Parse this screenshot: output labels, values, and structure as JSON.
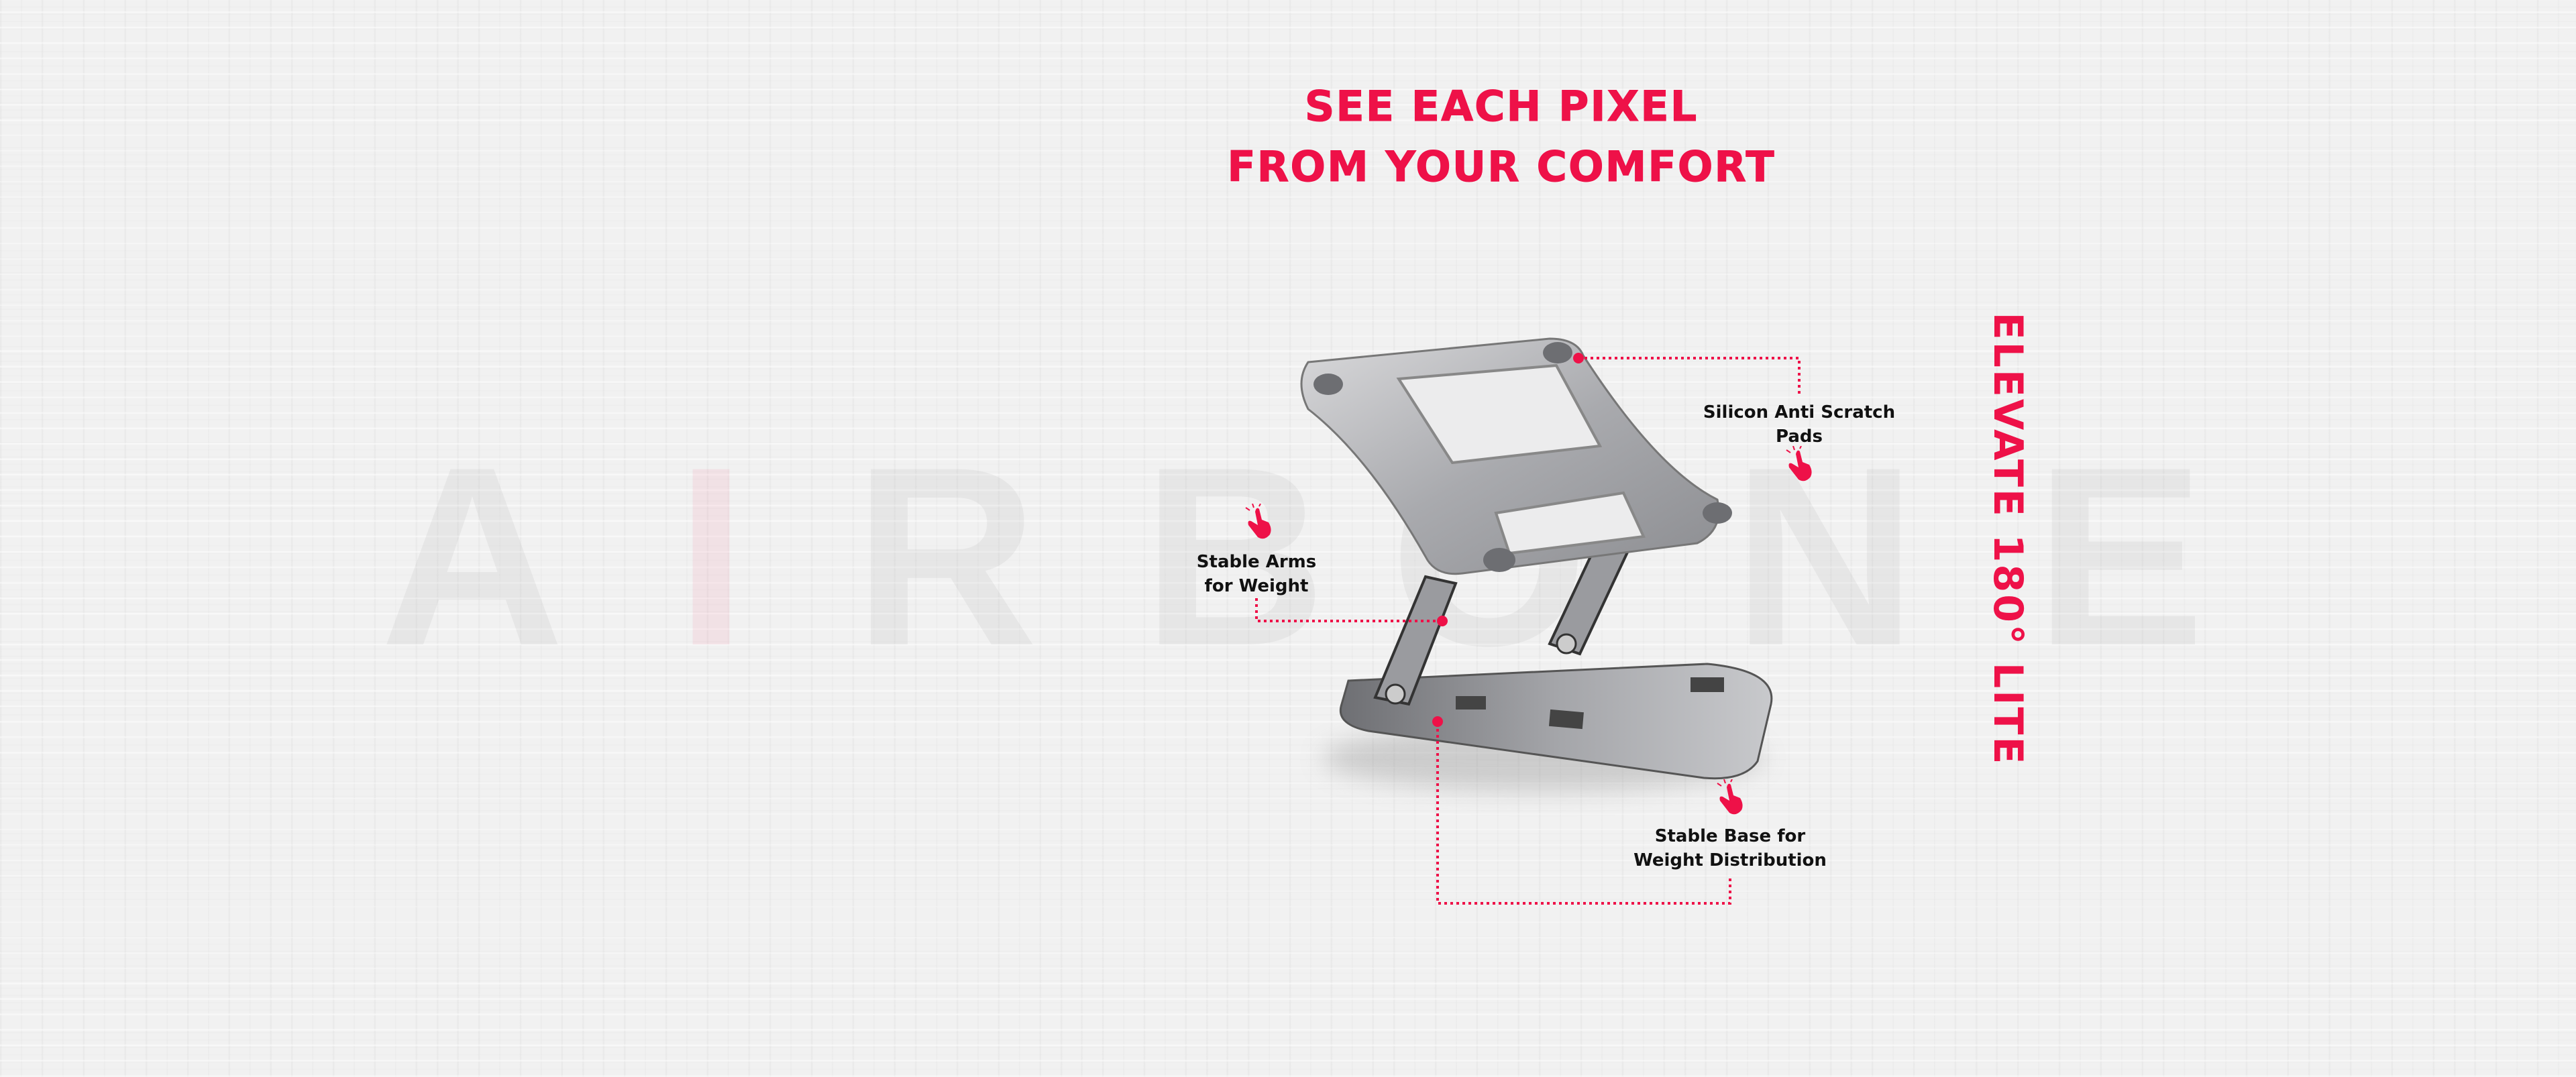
{
  "headline": {
    "line1": "SEE EACH PIXEL",
    "line2": "FROM YOUR COMFORT"
  },
  "product_name": "ELEVATE 180° LITE",
  "watermark": {
    "letters": [
      "A",
      "I",
      "R",
      "B",
      "O",
      "N",
      "E"
    ]
  },
  "callouts": {
    "pads": {
      "line1": "Silicon Anti Scratch",
      "line2": "Pads",
      "icon": "hand-pointing-icon"
    },
    "arms": {
      "line1": "Stable Arms",
      "line2": "for Weight",
      "icon": "hand-pointing-icon"
    },
    "base": {
      "line1": "Stable Base for",
      "line2": "Weight Distribution",
      "icon": "hand-pointing-icon"
    }
  },
  "colors": {
    "accent": "#ee1148",
    "background": "#f1f1f1"
  }
}
